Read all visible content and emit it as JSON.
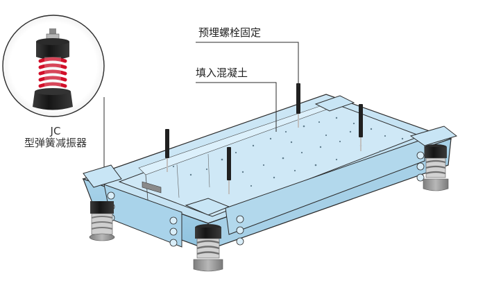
{
  "labels": {
    "anchor_bolt": "预埋螺栓固定",
    "fill_concrete": "填入混凝土",
    "isolator_model": "JC",
    "isolator_name": "型弹簧减振器"
  },
  "colors": {
    "tray_fill": "#bfe0f2",
    "tray_side": "#9fcbe4",
    "outline": "#2a2a2a",
    "spring_red": "#d2102a",
    "rubber_black": "#1d1d1d",
    "bolt_dark": "#202020",
    "pad_grey": "#9a9a9a"
  },
  "icons": {
    "isolator": "spring-isolator-icon",
    "bolt": "anchor-bolt-icon"
  }
}
